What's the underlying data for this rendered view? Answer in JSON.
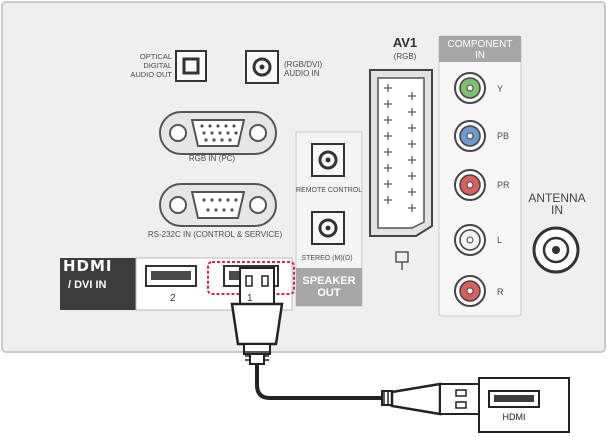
{
  "panel": {
    "optical_label": "OPTICAL\nDIGITAL\nAUDIO OUT",
    "audio_in_label": "(RGB/DVI)\nAUDIO IN",
    "av1_title": "AV1",
    "av1_sub": "(RGB)",
    "component_label": "COMPONENT",
    "component_in": "IN",
    "rgb_in_label": "RGB IN (PC)",
    "rs232_label": "RS-232C IN (CONTROL & SERVICE)",
    "remote_label": "REMOTE CONTROL",
    "stereo_label": "STEREO (M)(Ω)",
    "speaker_out": "SPEAKER\nOUT",
    "antenna_label": "ANTENNA\nIN",
    "hdmi_logo": "HDMI",
    "dvi_in": "/ DVI IN",
    "port_2": "2",
    "port_1": "1",
    "component_channels": [
      "Y",
      "PB",
      "PR",
      "L",
      "R"
    ]
  },
  "device": {
    "label": "HDMI"
  },
  "colors": {
    "panel_bg": "#efefef",
    "panel_border": "#c9c9c9",
    "header_gray": "#a6a6a6",
    "hdmi_block": "#3c3c3c",
    "jack_green": "#7cbf6e",
    "jack_blue": "#6f98d0",
    "jack_red": "#d7605c",
    "jack_white": "#f5f5f5",
    "highlight_red": "#d0264a"
  },
  "icons": [
    "optical-port-icon",
    "mini-jack-icon",
    "vga-port-icon",
    "serial-port-icon",
    "scart-port-icon",
    "rca-jack-icon",
    "coax-port-icon",
    "hdmi-port-icon",
    "hdmi-plug-icon",
    "hdmi-device-icon"
  ]
}
